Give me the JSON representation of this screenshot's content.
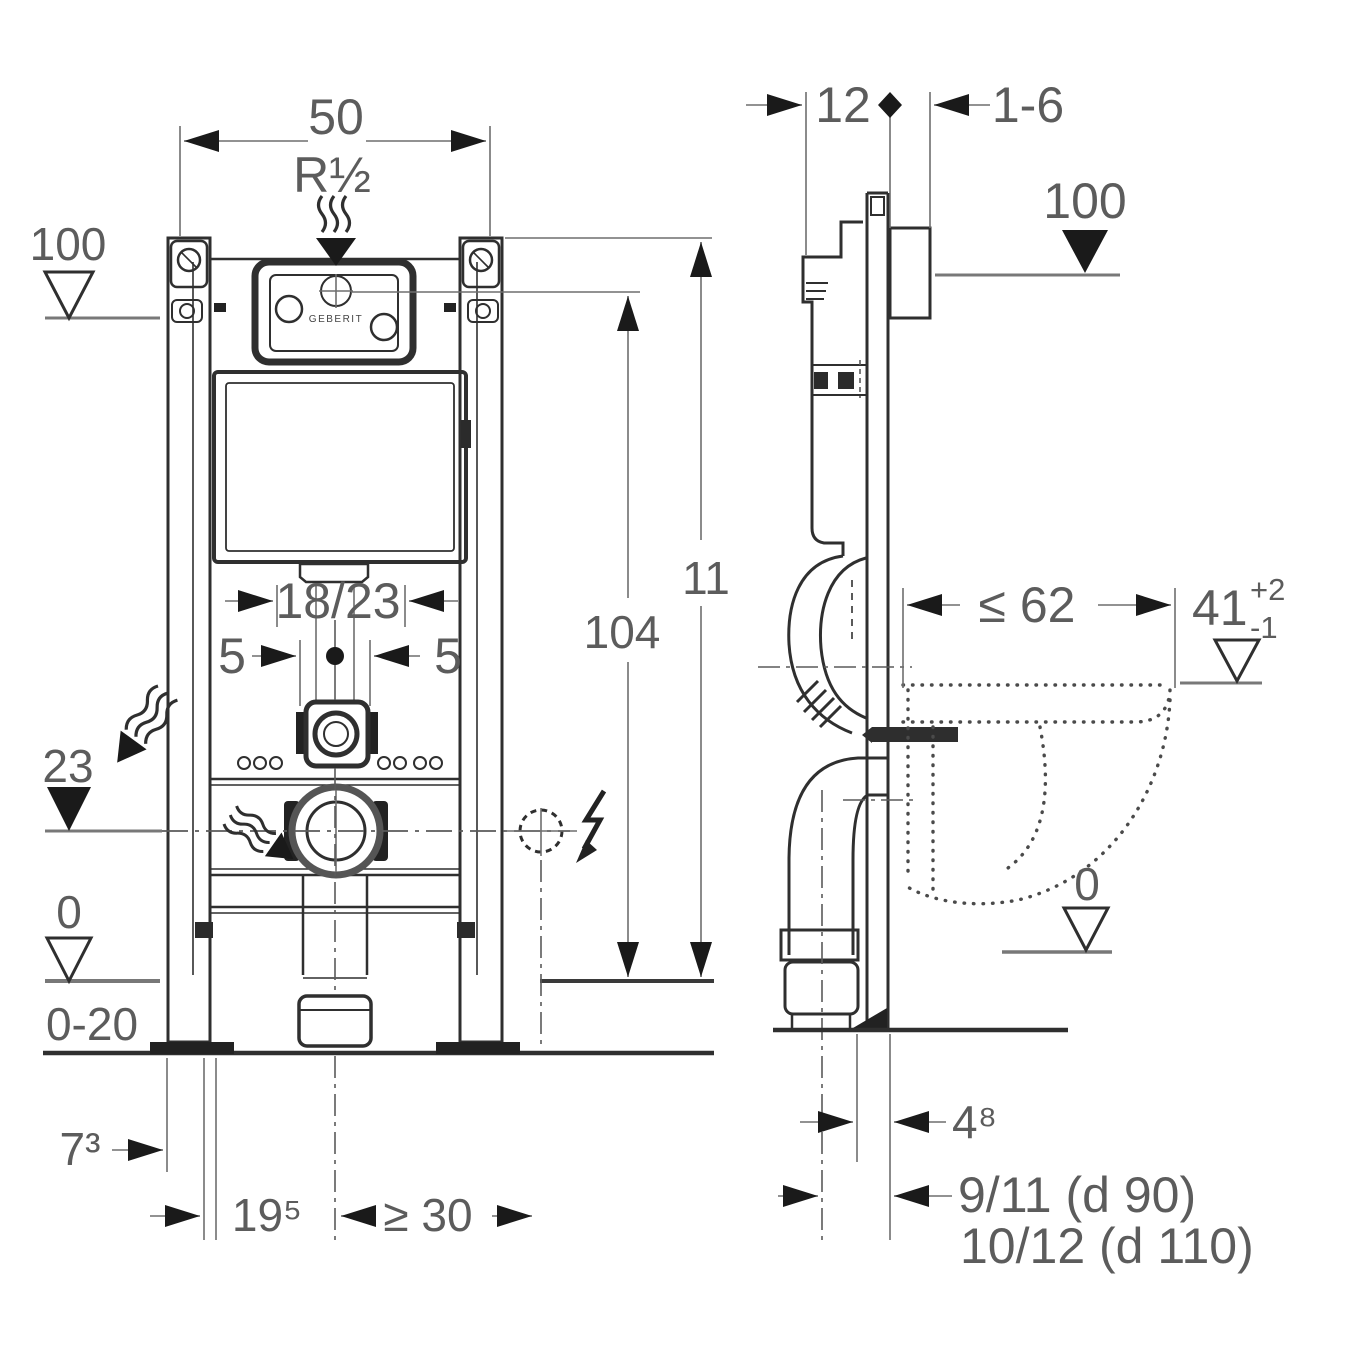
{
  "drawing": {
    "type": "installation-diagram",
    "views": [
      "front-elevation",
      "side-section"
    ]
  },
  "front_view": {
    "labels": {
      "width_top": "50",
      "supply": "R½",
      "level_100": "100",
      "level_23": "23",
      "level_0": "0",
      "floor_range": "0-20",
      "bolt_spread": "18/23",
      "offset_left": "5",
      "offset_right": "5",
      "height_inner": "104",
      "height_outer": "11",
      "dim_left_foot": "7³",
      "dim_drain_left": "19⁵",
      "dim_drain_min": "≥ 30",
      "brand": "GEBERIT"
    }
  },
  "side_view": {
    "labels": {
      "front_depth": "12",
      "wall_range": "1-6",
      "level_100": "100",
      "depth_max": "≤ 62",
      "rim_height": "41",
      "rim_tol_plus": "+2",
      "rim_tol_minus": "-1",
      "level_0": "0",
      "dim_48": "4⁸",
      "outlet_row1": "9/11  (d 90)",
      "outlet_row2": "10/12 (d 110)"
    }
  },
  "colors": {
    "line": "#2f2f2f",
    "dimension_text": "#5c5c5c",
    "arrow": "#1a1a1a",
    "level_line": "#787878",
    "background": "#ffffff"
  }
}
